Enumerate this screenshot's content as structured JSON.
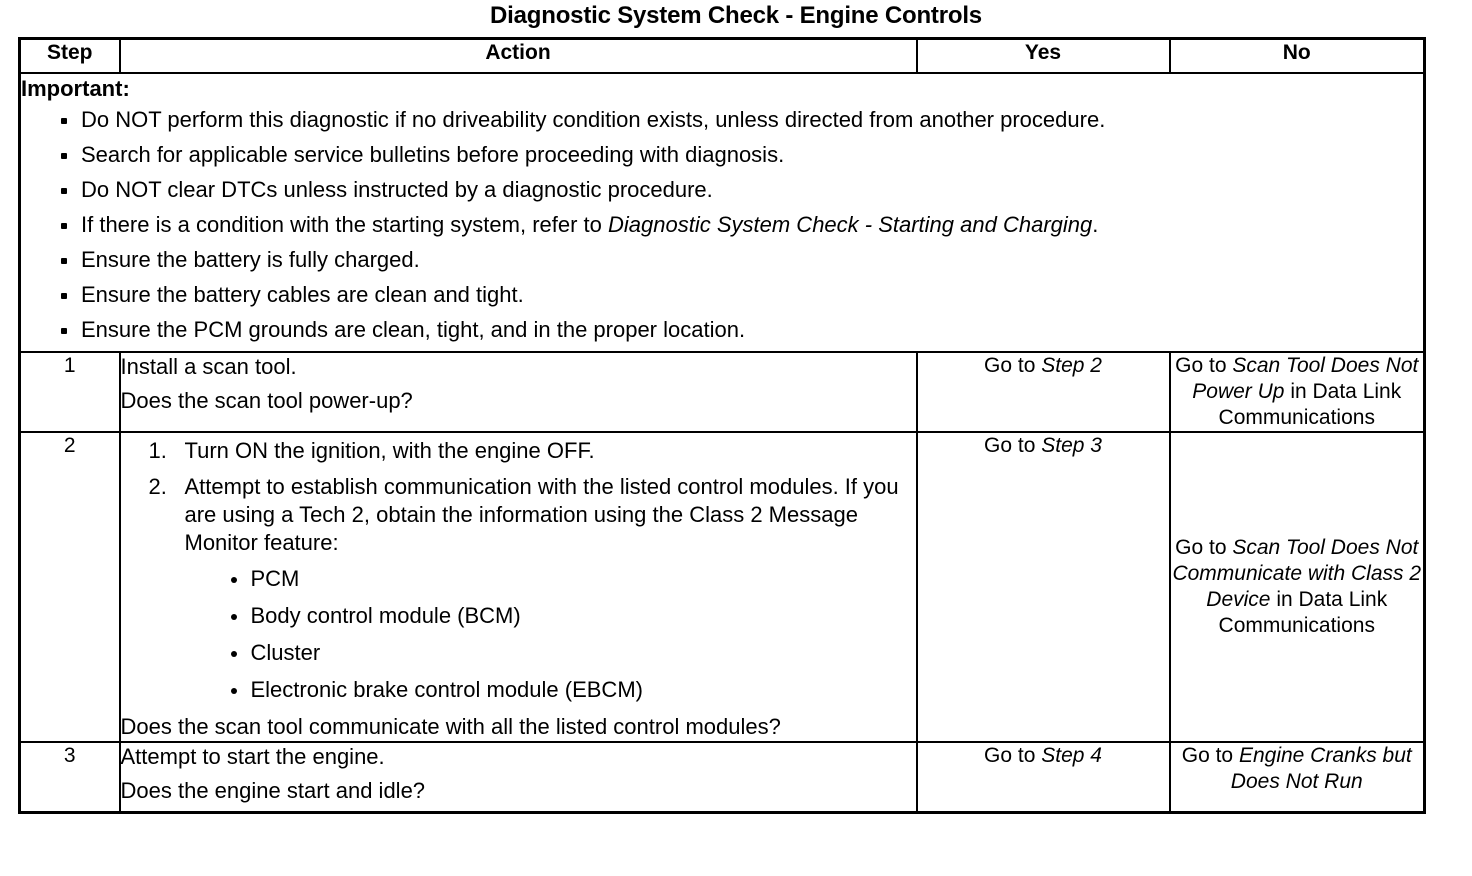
{
  "document": {
    "title": "Diagnostic System Check - Engine Controls"
  },
  "table": {
    "headers": {
      "step": "Step",
      "action": "Action",
      "yes": "Yes",
      "no": "No"
    },
    "important": {
      "heading": "Important:",
      "bullets": [
        {
          "text": "Do NOT perform this diagnostic if no driveability condition exists, unless directed from another procedure."
        },
        {
          "text": "Search for applicable service bulletins before proceeding with diagnosis."
        },
        {
          "text": "Do NOT clear DTCs unless instructed by a diagnostic procedure."
        },
        {
          "pre": "If there is a condition with the starting system, refer to ",
          "italic": "Diagnostic System Check - Starting and Charging",
          "post": "."
        },
        {
          "text": "Ensure the battery is fully charged."
        },
        {
          "text": "Ensure the battery cables are clean and tight."
        },
        {
          "text": "Ensure the PCM grounds are clean, tight, and in the proper location."
        }
      ]
    },
    "rows": [
      {
        "step": "1",
        "action": {
          "lines": [
            "Install a scan tool.",
            "Does the scan tool power-up?"
          ]
        },
        "yes": {
          "pre": "Go to ",
          "italic": "Step 2",
          "post": ""
        },
        "no": {
          "pre": "Go to ",
          "italic": "Scan Tool Does Not Power Up",
          "post": " in Data Link Communications"
        }
      },
      {
        "step": "2",
        "action": {
          "numbered": [
            "Turn ON the ignition, with the engine OFF.",
            "Attempt to establish communication with the listed control modules. If you are using a Tech 2, obtain the information using the Class 2 Message Monitor feature:"
          ],
          "sub_bullets": [
            "PCM",
            "Body control module (BCM)",
            "Cluster",
            "Electronic brake control module (EBCM)"
          ],
          "question": "Does the scan tool communicate with all the listed control modules?"
        },
        "yes": {
          "pre": "Go to ",
          "italic": "Step 3",
          "post": ""
        },
        "no": {
          "pre": "Go to ",
          "italic": "Scan Tool Does Not Communicate with Class 2 Device",
          "post": " in Data Link Communications"
        }
      },
      {
        "step": "3",
        "action": {
          "lines": [
            "Attempt to start the engine.",
            "Does the engine start and idle?"
          ]
        },
        "yes": {
          "pre": "Go to ",
          "italic": "Step 4",
          "post": ""
        },
        "no": {
          "pre": "Go to ",
          "italic": "Engine Cranks but Does Not Run",
          "post": ""
        }
      }
    ]
  }
}
